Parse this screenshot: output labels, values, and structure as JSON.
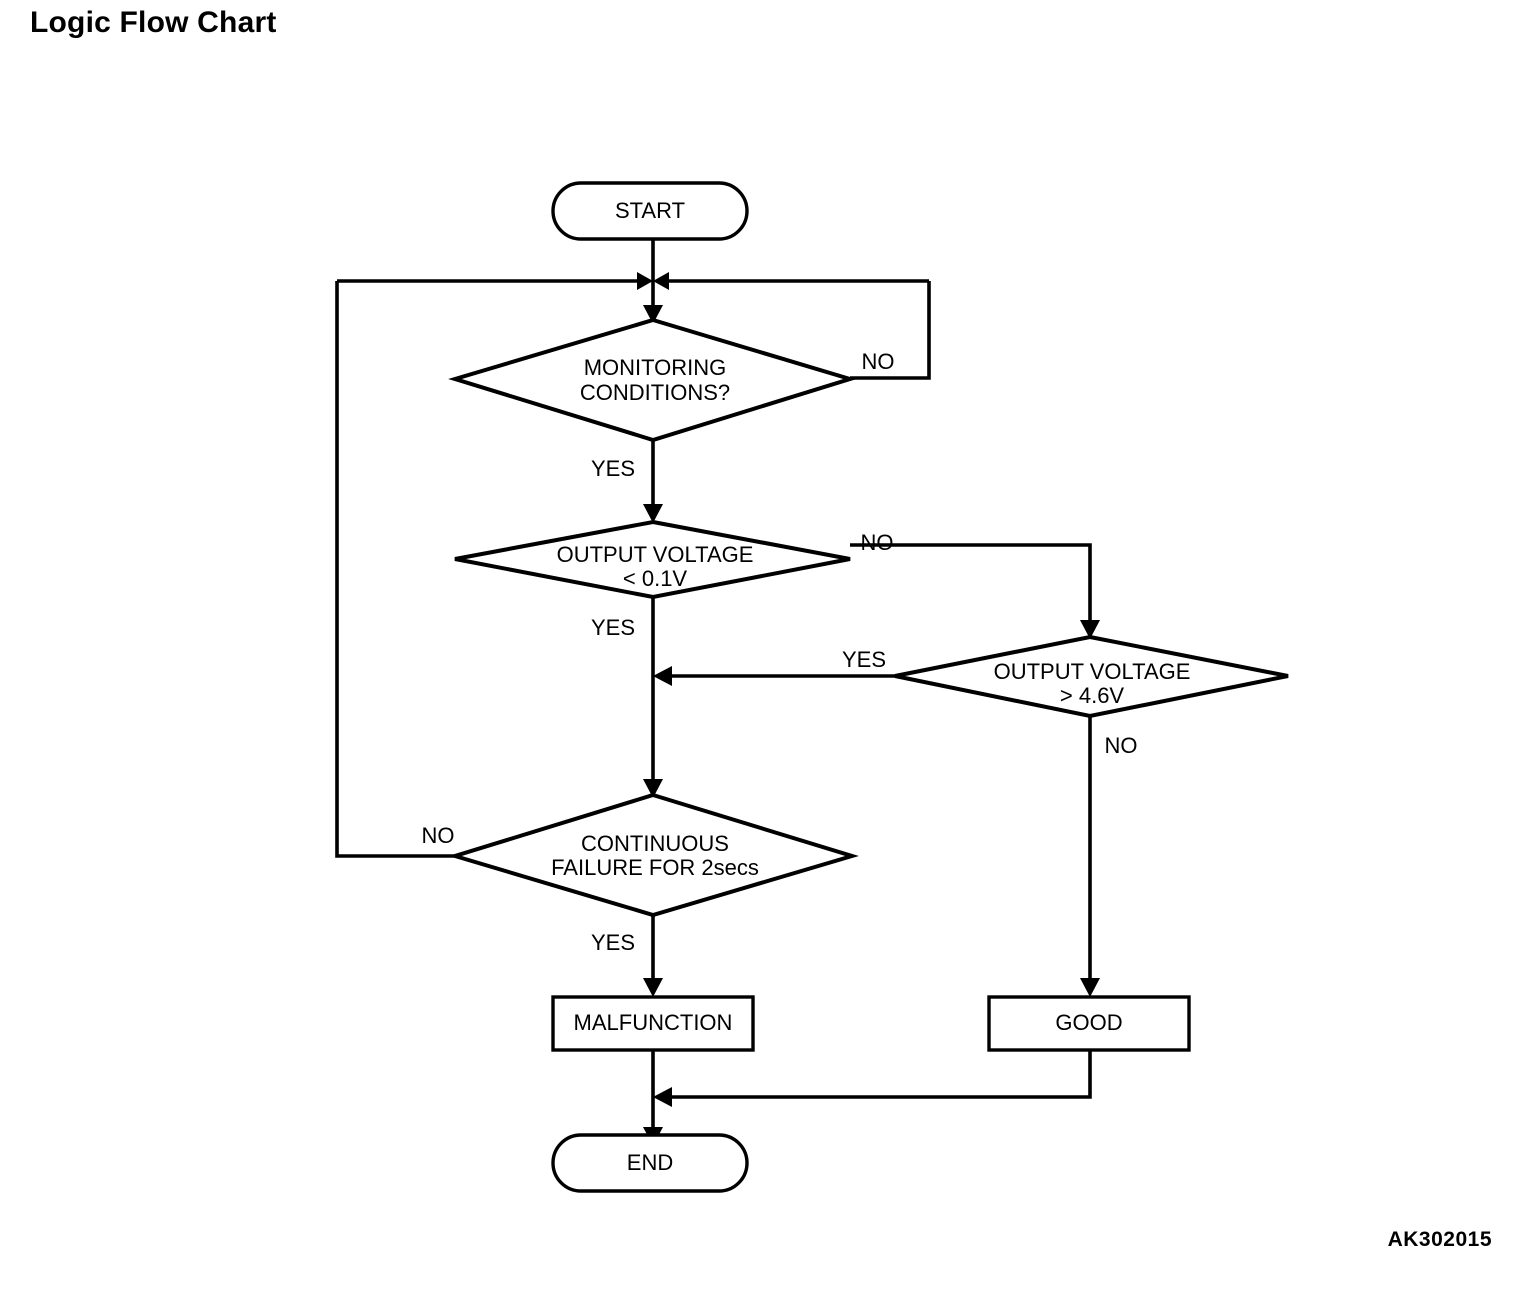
{
  "page": {
    "title": "Logic Flow Chart",
    "reference_code": "AK302015",
    "background_color": "#ffffff",
    "line_color": "#000000"
  },
  "chart_data": {
    "type": "diagram",
    "diagram_kind": "flowchart",
    "title": "Logic Flow Chart",
    "nodes": [
      {
        "id": "start",
        "shape": "stadium",
        "label": "START"
      },
      {
        "id": "monitoring",
        "shape": "diamond",
        "label_line1": "MONITORING",
        "label_line2": "CONDITIONS?"
      },
      {
        "id": "volt_low",
        "shape": "diamond",
        "label_line1": "OUTPUT VOLTAGE",
        "label_line2": "< 0.1V"
      },
      {
        "id": "volt_high",
        "shape": "diamond",
        "label_line1": "OUTPUT VOLTAGE",
        "label_line2": "> 4.6V"
      },
      {
        "id": "continuous",
        "shape": "diamond",
        "label_line1": "CONTINUOUS",
        "label_line2": "FAILURE FOR 2secs"
      },
      {
        "id": "malfunction",
        "shape": "rectangle",
        "label": "MALFUNCTION"
      },
      {
        "id": "good",
        "shape": "rectangle",
        "label": "GOOD"
      },
      {
        "id": "end",
        "shape": "stadium",
        "label": "END"
      }
    ],
    "edges": [
      {
        "from": "start",
        "to": "monitoring",
        "label": ""
      },
      {
        "from": "monitoring",
        "to": "monitoring_loop",
        "label": "NO"
      },
      {
        "from": "monitoring",
        "to": "volt_low",
        "label": "YES"
      },
      {
        "from": "volt_low",
        "to": "volt_high",
        "label": "NO"
      },
      {
        "from": "volt_low",
        "to": "continuous",
        "label": "YES"
      },
      {
        "from": "volt_high",
        "to": "continuous",
        "label": "YES"
      },
      {
        "from": "volt_high",
        "to": "good",
        "label": "NO"
      },
      {
        "from": "continuous",
        "to": "start_loop",
        "label": "NO"
      },
      {
        "from": "continuous",
        "to": "malfunction",
        "label": "YES"
      },
      {
        "from": "malfunction",
        "to": "end",
        "label": ""
      },
      {
        "from": "good",
        "to": "end",
        "label": ""
      }
    ]
  },
  "labels": {
    "start": "START",
    "end": "END",
    "malfunction": "MALFUNCTION",
    "good": "GOOD",
    "monitoring_l1": "MONITORING",
    "monitoring_l2": "CONDITIONS?",
    "volt_low_l1": "OUTPUT VOLTAGE",
    "volt_low_l2": "< 0.1V",
    "volt_high_l1": "OUTPUT VOLTAGE",
    "volt_high_l2": "> 4.6V",
    "continuous_l1": "CONTINUOUS",
    "continuous_l2": "FAILURE FOR 2secs",
    "no_monitoring": "NO",
    "yes_monitoring": "YES",
    "no_volt_low": "NO",
    "yes_volt_low": "YES",
    "yes_volt_high": "YES",
    "no_volt_high": "NO",
    "no_continuous": "NO",
    "yes_continuous": "YES"
  }
}
